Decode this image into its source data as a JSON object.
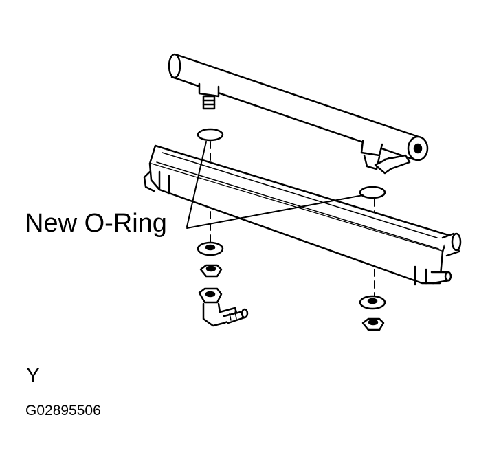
{
  "callout": {
    "text": "New  O-Ring"
  },
  "view_letter": "Y",
  "figure_id": "G02895506",
  "colors": {
    "line": "#000000",
    "background": "#ffffff"
  }
}
